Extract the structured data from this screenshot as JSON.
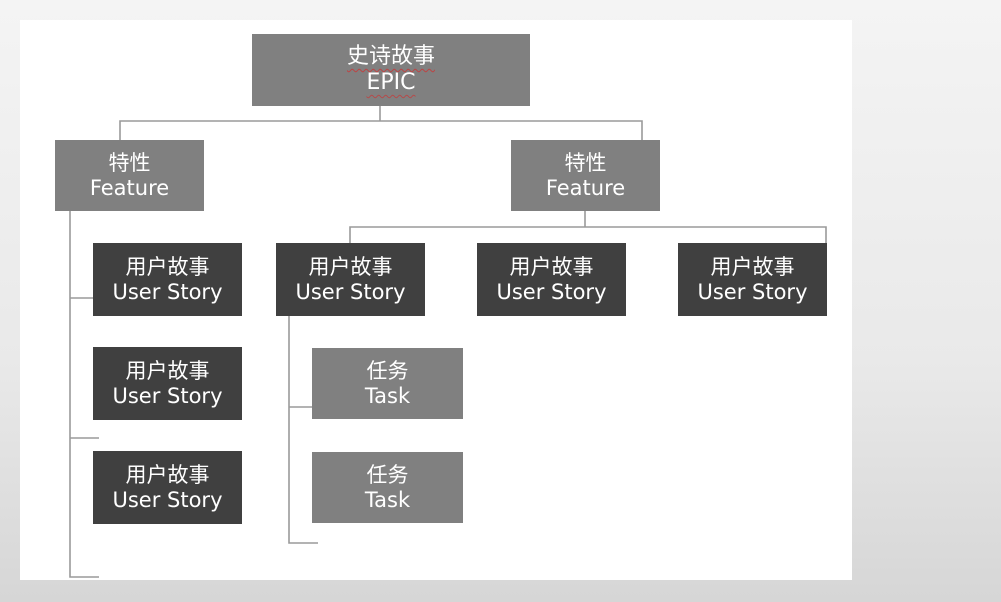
{
  "epic": {
    "zh": "史诗故事",
    "en": "EPIC"
  },
  "feature": {
    "zh": "特性",
    "en": "Feature"
  },
  "user_story": {
    "zh": "用户故事",
    "en": "User Story"
  },
  "task": {
    "zh": "任务",
    "en": "Task"
  },
  "colors": {
    "epic_fill": "#808080",
    "feature_fill": "#808080",
    "user_story_fill": "#404040",
    "task_fill": "#808080",
    "connector": "#9a9a9a",
    "text": "#ffffff"
  }
}
